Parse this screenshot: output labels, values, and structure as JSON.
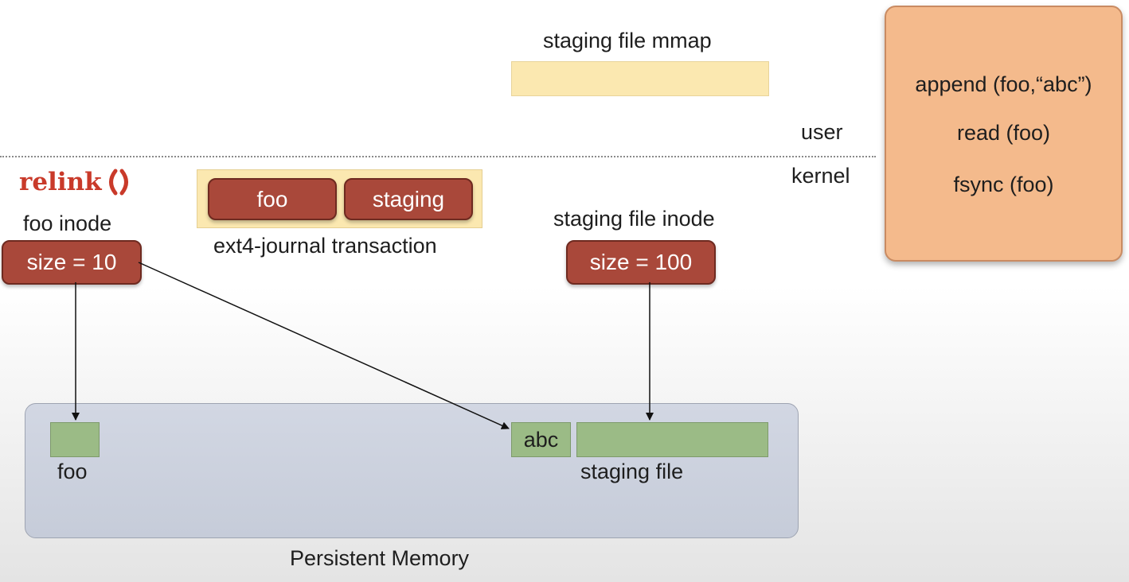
{
  "staging_mmap_label": "staging file mmap",
  "user_label": "user",
  "kernel_label": "kernel",
  "relink_label": "relink",
  "journal": {
    "items": [
      "foo",
      "staging"
    ],
    "caption": "ext4-journal transaction"
  },
  "foo_inode": {
    "title": "foo inode",
    "size": "size = 10"
  },
  "staging_inode": {
    "title": "staging file inode",
    "size": "size = 100"
  },
  "operations": [
    "append (foo,“abc”)",
    "read (foo)",
    "fsync (foo)"
  ],
  "pm": {
    "foo_label": "foo",
    "abc_label": "abc",
    "staging_label": "staging file",
    "caption": "Persistent Memory"
  },
  "colors": {
    "inode_fill": "#a9483a",
    "data_block": "#9bbb86",
    "mmap_fill": "#fbe8b0",
    "ops_box": "#f4ba8c",
    "relink_text": "#c93a2a",
    "pm_box": "#cdd3e0"
  }
}
